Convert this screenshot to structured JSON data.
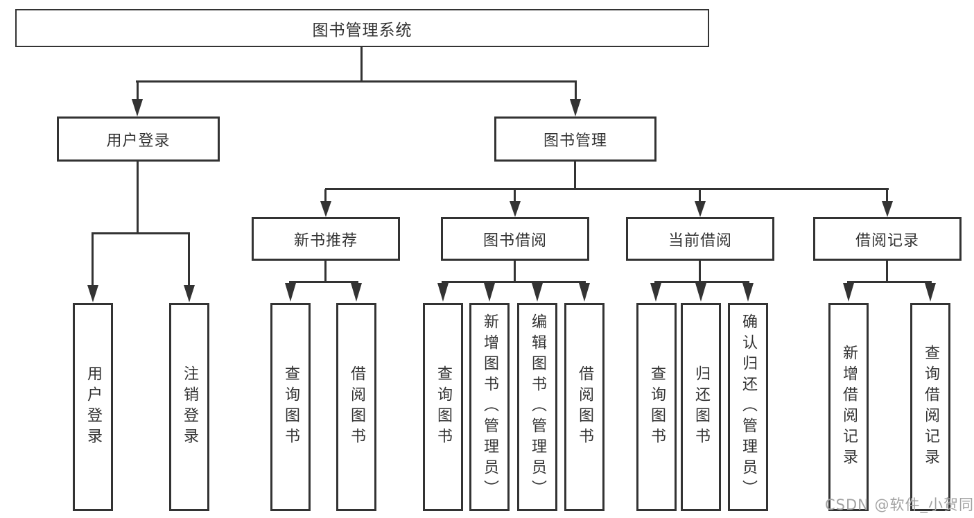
{
  "colors": {
    "line": "#333333",
    "text": "#333333",
    "box_background": "#ffffff",
    "page_background": "#ffffff",
    "watermark_text": "#a3a3a3"
  },
  "diagram": {
    "root": {
      "label": "图书管理系统"
    },
    "branches": [
      {
        "label": "用户登录",
        "children": [
          {
            "label": "用户登录"
          },
          {
            "label": "注销登录"
          }
        ]
      },
      {
        "label": "图书管理",
        "modules": [
          {
            "label": "新书推荐",
            "children": [
              {
                "label": "查询图书"
              },
              {
                "label": "借阅图书"
              }
            ]
          },
          {
            "label": "图书借阅",
            "children": [
              {
                "label": "查询图书"
              },
              {
                "label": "新增图书（管理员）"
              },
              {
                "label": "编辑图书（管理员）"
              },
              {
                "label": "借阅图书"
              }
            ]
          },
          {
            "label": "当前借阅",
            "children": [
              {
                "label": "查询图书"
              },
              {
                "label": "归还图书"
              },
              {
                "label": "确认归还（管理员）"
              }
            ]
          },
          {
            "label": "借阅记录",
            "children": [
              {
                "label": "新增借阅记录"
              },
              {
                "label": "查询借阅记录"
              }
            ]
          }
        ]
      }
    ],
    "watermark": "CSDN @软件_小贺同学"
  }
}
